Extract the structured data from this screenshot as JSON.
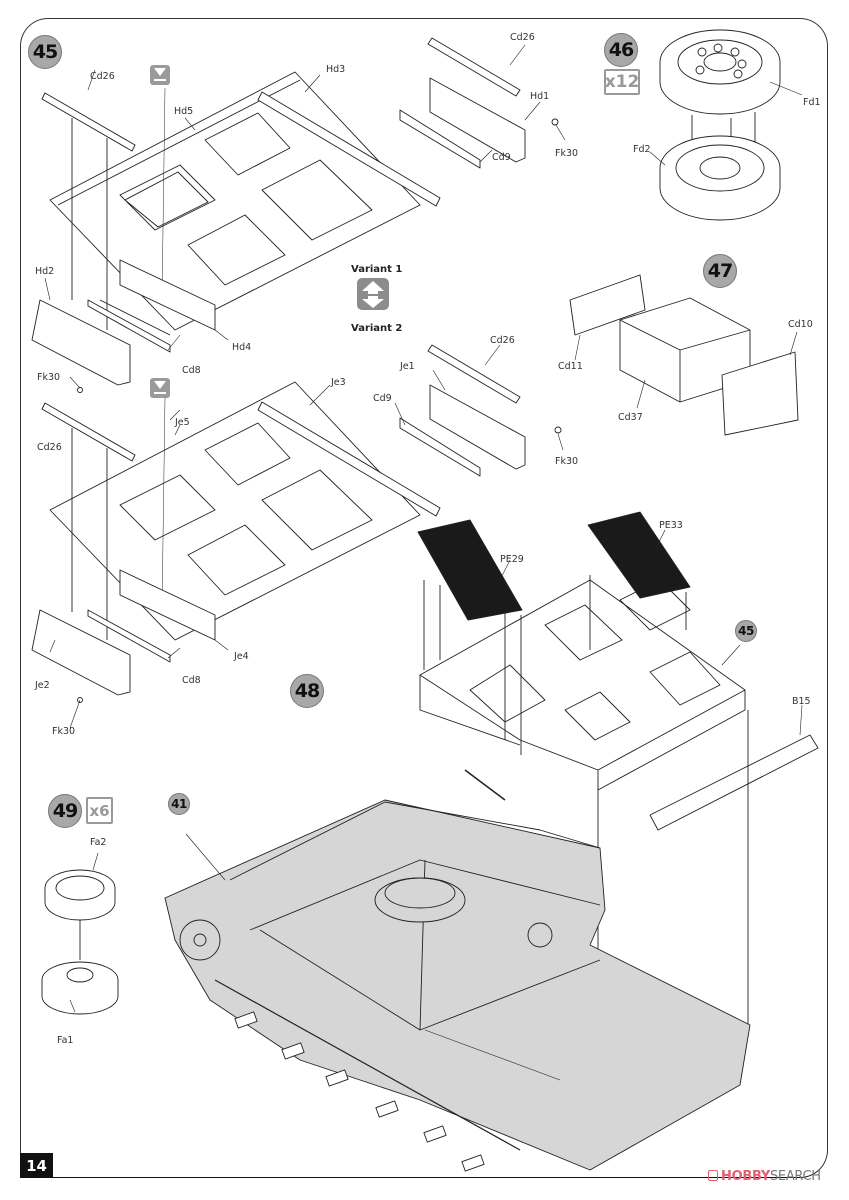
{
  "page": {
    "number": "14",
    "watermark": {
      "brand_a": "HOBBY",
      "brand_b": "SEARCH",
      "icon": "hobby-search-logo-icon"
    }
  },
  "steps": [
    {
      "number": "45",
      "variants": {
        "top": "Variant 1",
        "bottom": "Variant 2",
        "icon": "variant-swap-arrows-icon"
      },
      "variant1_labels": [
        "Cd26",
        "Hd5",
        "Hd3",
        "Cd26",
        "Hd1",
        "Fk30",
        "Cd9",
        "Hd2",
        "Fk30",
        "Cd8",
        "Hd4"
      ],
      "variant2_labels": [
        "Cd26",
        "Je5",
        "Je3",
        "Je1",
        "Cd26",
        "Cd9",
        "Fk30",
        "Je2",
        "Fk30",
        "Cd8",
        "Je4"
      ],
      "icons": [
        "align-marker-icon",
        "align-marker-icon"
      ]
    },
    {
      "number": "46",
      "multiplier": "x12",
      "labels": [
        "Fd1",
        "Fd2"
      ]
    },
    {
      "number": "47",
      "labels": [
        "Cd11",
        "Cd37",
        "Cd10"
      ]
    },
    {
      "number": "48",
      "labels": [
        "PE29",
        "PE33",
        "B15"
      ],
      "sub_ref": "45"
    },
    {
      "number": "49",
      "multiplier": "x6",
      "labels": [
        "Fa2",
        "Fa1"
      ]
    }
  ],
  "hull_ref": "41"
}
